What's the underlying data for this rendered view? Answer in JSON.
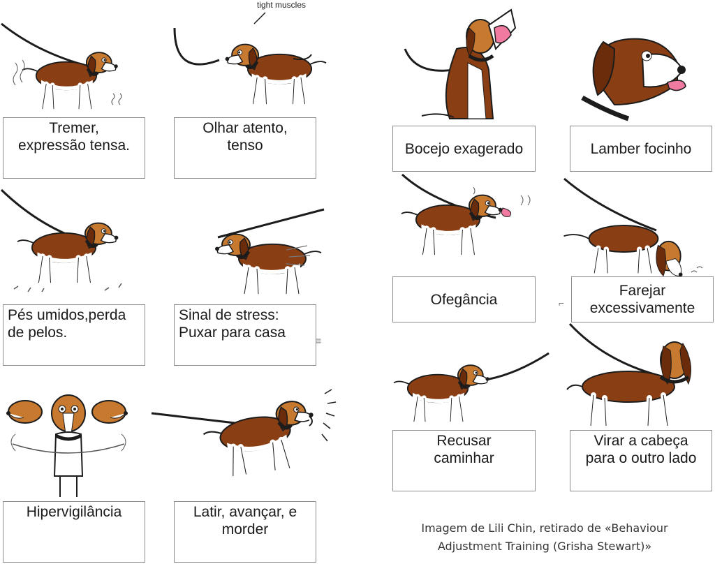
{
  "annotation": "tight muscles",
  "panels": [
    {
      "id": "tremer",
      "caption": "Tremer,\nexpressão tensa.",
      "icon": "trembling-dog-icon"
    },
    {
      "id": "olhar",
      "caption": "Olhar atento,\ntenso",
      "icon": "alert-dog-icon"
    },
    {
      "id": "pes",
      "caption": "Pés umidos,perda\nde pelos.",
      "icon": "shedding-dog-icon"
    },
    {
      "id": "puxar",
      "caption": "Sinal de stress:\nPuxar para casa",
      "icon": "pulling-dog-icon"
    },
    {
      "id": "hiper",
      "caption": "Hipervigilância",
      "icon": "hypervigilant-dog-icon"
    },
    {
      "id": "latir",
      "caption": "Latir, avançar, e\nmorder",
      "icon": "lunging-dog-icon"
    },
    {
      "id": "bocejo",
      "caption": "Bocejo exagerado",
      "icon": "yawning-dog-icon"
    },
    {
      "id": "lamber",
      "caption": "Lamber focinho",
      "icon": "lip-licking-dog-icon"
    },
    {
      "id": "ofeg",
      "caption": "Ofegância",
      "icon": "panting-dog-icon"
    },
    {
      "id": "farejar",
      "caption": "Farejar\nexcessivamente",
      "icon": "sniffing-dog-icon"
    },
    {
      "id": "recusar",
      "caption": "Recusar\ncaminhar",
      "icon": "refusing-dog-icon"
    },
    {
      "id": "virar",
      "caption": "Virar a cabeça\npara o outro lado",
      "icon": "head-turn-dog-icon"
    }
  ],
  "credit": "Imagem de Lili Chin, retirado de «Behaviour\nAdjustment Training (Grisha Stewart)»",
  "colors": {
    "fur_brown": "#8a3e14",
    "fur_light": "#c7792f",
    "white": "#ffffff",
    "line": "#1c1c1c",
    "tongue": "#f07aa0"
  }
}
